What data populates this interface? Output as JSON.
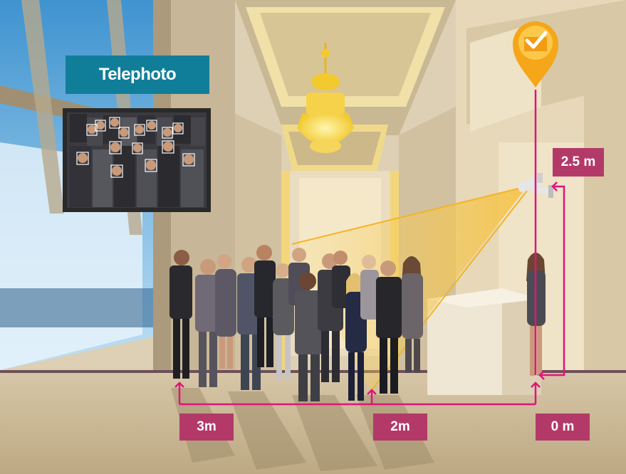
{
  "title_label": "Telephoto",
  "height_label": "2.5 m",
  "distance_labels": [
    "3m",
    "2m",
    "0 m"
  ],
  "colors": {
    "title_bg": "#117e99",
    "badge_bg": "#b33a68",
    "dimension_line": "#e0157a",
    "camera_beam": "#f5b324",
    "pin": "#f5a619",
    "floor": "#c5b498",
    "wall": "#e7dbc2",
    "window_sky": "#5ba6d6"
  },
  "icons": [
    "location-pin-check-icon",
    "security-camera-icon"
  ]
}
